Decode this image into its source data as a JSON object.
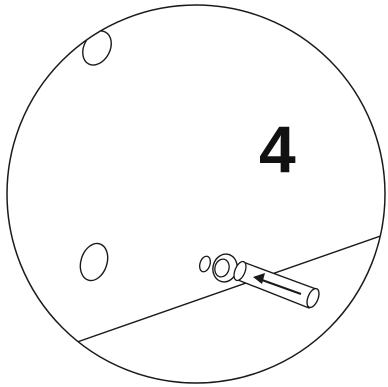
{
  "diagram": {
    "step_label": "4",
    "line_color": "#1a1a1a",
    "background_color": "#ffffff",
    "parts": {
      "panel_edge": "board-edge-line",
      "pre_drilled_hole": "cam-hole",
      "bolt_hole": "dowel-hole",
      "washer": "spacer-ring",
      "dowel": "wooden-dowel",
      "insert_direction": "insertion-arrow"
    }
  }
}
